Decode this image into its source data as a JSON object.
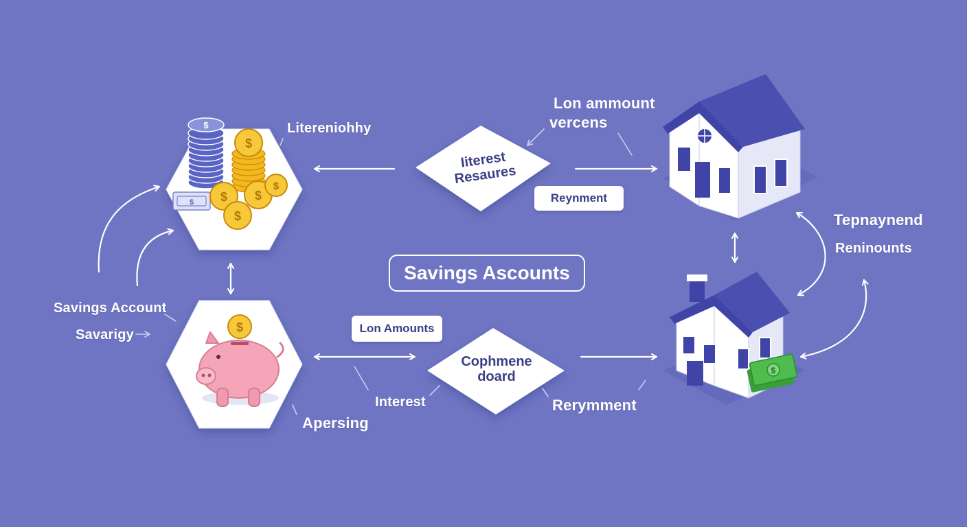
{
  "title": "Savings Ascounts",
  "labels": {
    "litereniohhy": "Litereniohhy",
    "lon_ammount_1": "Lon ammount",
    "lon_ammount_2": "vercens",
    "tepnaynend": "Tepnaynend",
    "reninounts": "Reninounts",
    "savings_account": "Savings Account",
    "savarigy": "Savarigy",
    "interest": "Interest",
    "apersing": "Apersing",
    "rerymment": "Rerymment"
  },
  "boxes": {
    "reynment": "Reynment",
    "lon_amounts": "Lon Amounts"
  },
  "diamonds": {
    "top_line1": "Iiterest",
    "top_line2": "Resaures",
    "bottom_line1": "Cophmene",
    "bottom_line2": "doard"
  },
  "icons": {
    "coins": "coin-stack-icon",
    "piggy": "piggy-bank-icon",
    "house_top": "house-icon",
    "house_bottom": "house-with-cash-icon"
  },
  "colors": {
    "background": "#6f75c2",
    "house_roof": "#4a4fb0",
    "coin_gold": "#f2b81d",
    "coin_blue": "#5a64c4",
    "piggy_pink": "#f4a6b8",
    "cash_green": "#4ebd4e",
    "text_dark": "#3a3f86"
  }
}
